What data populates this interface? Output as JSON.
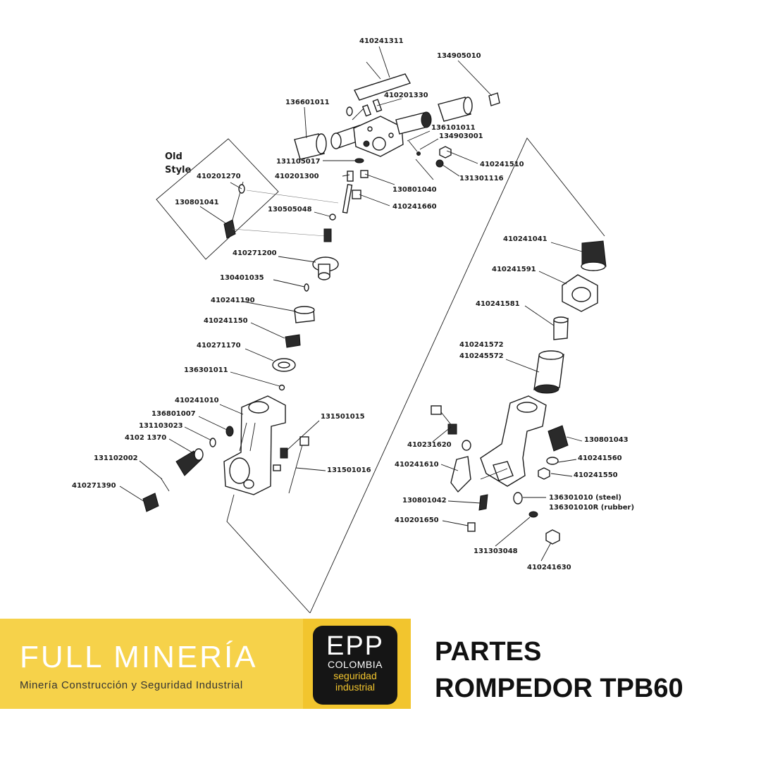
{
  "diagram": {
    "old_style_title": "Old",
    "old_style_title2": "Style",
    "parts": {
      "p410241311": "410241311",
      "p134905010": "134905010",
      "p410201330": "410201330",
      "p136601011": "136601011",
      "p136101011": "136101011",
      "p134903001": "134903001",
      "p131105017": "131105017",
      "p410241510": "410241510",
      "p410201300": "410201300",
      "p131301116": "131301116",
      "p410201270": "410201270",
      "p130801040": "130801040",
      "p410241660": "410241660",
      "p130801041": "130801041",
      "p130505048": "130505048",
      "p410241041": "410241041",
      "p410271200": "410271200",
      "p410241591": "410241591",
      "p130401035": "130401035",
      "p410241190": "410241190",
      "p410241581": "410241581",
      "p410241150": "410241150",
      "p410241572": "410241572",
      "p410245572": "410245572",
      "p410271170": "410271170",
      "p136301011": "136301011",
      "p410241010": "410241010",
      "p131501015": "131501015",
      "p136801007": "136801007",
      "p131103023": "131103023",
      "p4102_1370": "4102  1370",
      "p130801043": "130801043",
      "p410231620": "410231620",
      "p131102002": "131102002",
      "p410241560": "410241560",
      "p131501016": "131501016",
      "p410241610": "410241610",
      "p410241550": "410241550",
      "p410271390": "410271390",
      "p136301010": "136301010 (steel)",
      "p136301010R": "136301010R (rubber)",
      "p130801042": "130801042",
      "p410201650": "410201650",
      "p131303048": "131303048",
      "p410241630": "410241630"
    }
  },
  "footer": {
    "brand_title": "FULL MINERÍA",
    "brand_subtitle": "Minería Construcción y Seguridad Industrial",
    "logo_main": "EPP",
    "logo_country": "COLOMBIA",
    "logo_line1": "seguridad",
    "logo_line2": "industrial",
    "title_line1": "PARTES",
    "title_line2": "ROMPEDOR TPB60",
    "band_color": "#f2c52e",
    "logo_bg": "#151515"
  }
}
